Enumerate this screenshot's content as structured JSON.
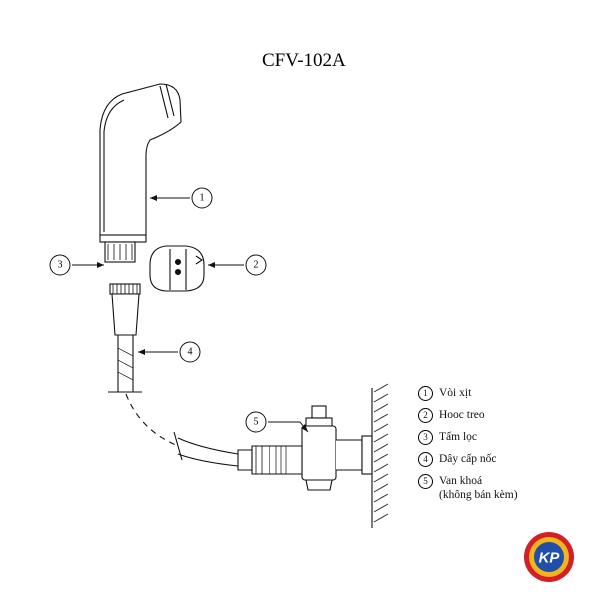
{
  "title": "CFV-102A",
  "callouts": {
    "c1": "1",
    "c2": "2",
    "c3": "3",
    "c4": "4",
    "c5": "5"
  },
  "legend": [
    {
      "num": "1",
      "text": "Vòi xịt"
    },
    {
      "num": "2",
      "text": "Hooc treo"
    },
    {
      "num": "3",
      "text": "Tấm lọc"
    },
    {
      "num": "4",
      "text": "Dây cấp nốc"
    },
    {
      "num": "5",
      "text": "Van khoá",
      "sub": "(không bán kèm)"
    }
  ],
  "logo": {
    "text": "KP",
    "colors": {
      "outer": "#d41f26",
      "ring": "#f2b51e",
      "inner": "#1f4fa8"
    }
  },
  "colors": {
    "line": "#111111",
    "wall": "#333333"
  }
}
